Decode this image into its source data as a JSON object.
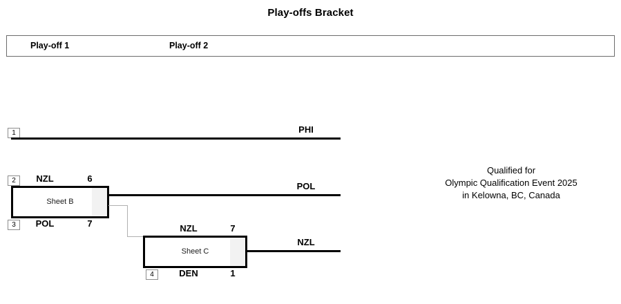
{
  "title": "Play-offs Bracket",
  "rounds": [
    {
      "label": "Play-off 1"
    },
    {
      "label": "Play-off 2"
    }
  ],
  "seeds": {
    "s1": "1",
    "s2": "2",
    "s3": "3",
    "s4": "4"
  },
  "bye": {
    "team": "PHI"
  },
  "matches": [
    {
      "sheet": "Sheet B",
      "top_team": "NZL",
      "top_score": "6",
      "bottom_team": "POL",
      "bottom_score": "7",
      "winner": "POL"
    },
    {
      "sheet": "Sheet C",
      "top_team": "NZL",
      "top_score": "7",
      "bottom_team": "DEN",
      "bottom_score": "1",
      "winner": "NZL"
    }
  ],
  "qualified": {
    "line1": "Qualified for",
    "line2": "Olympic Qualification Event 2025",
    "line3": "in Kelowna, BC, Canada"
  },
  "colors": {
    "line": "#000000",
    "connector": "#b0b0b0",
    "score_strip": "#f2f2f2",
    "header_border": "#6b6b6b"
  }
}
